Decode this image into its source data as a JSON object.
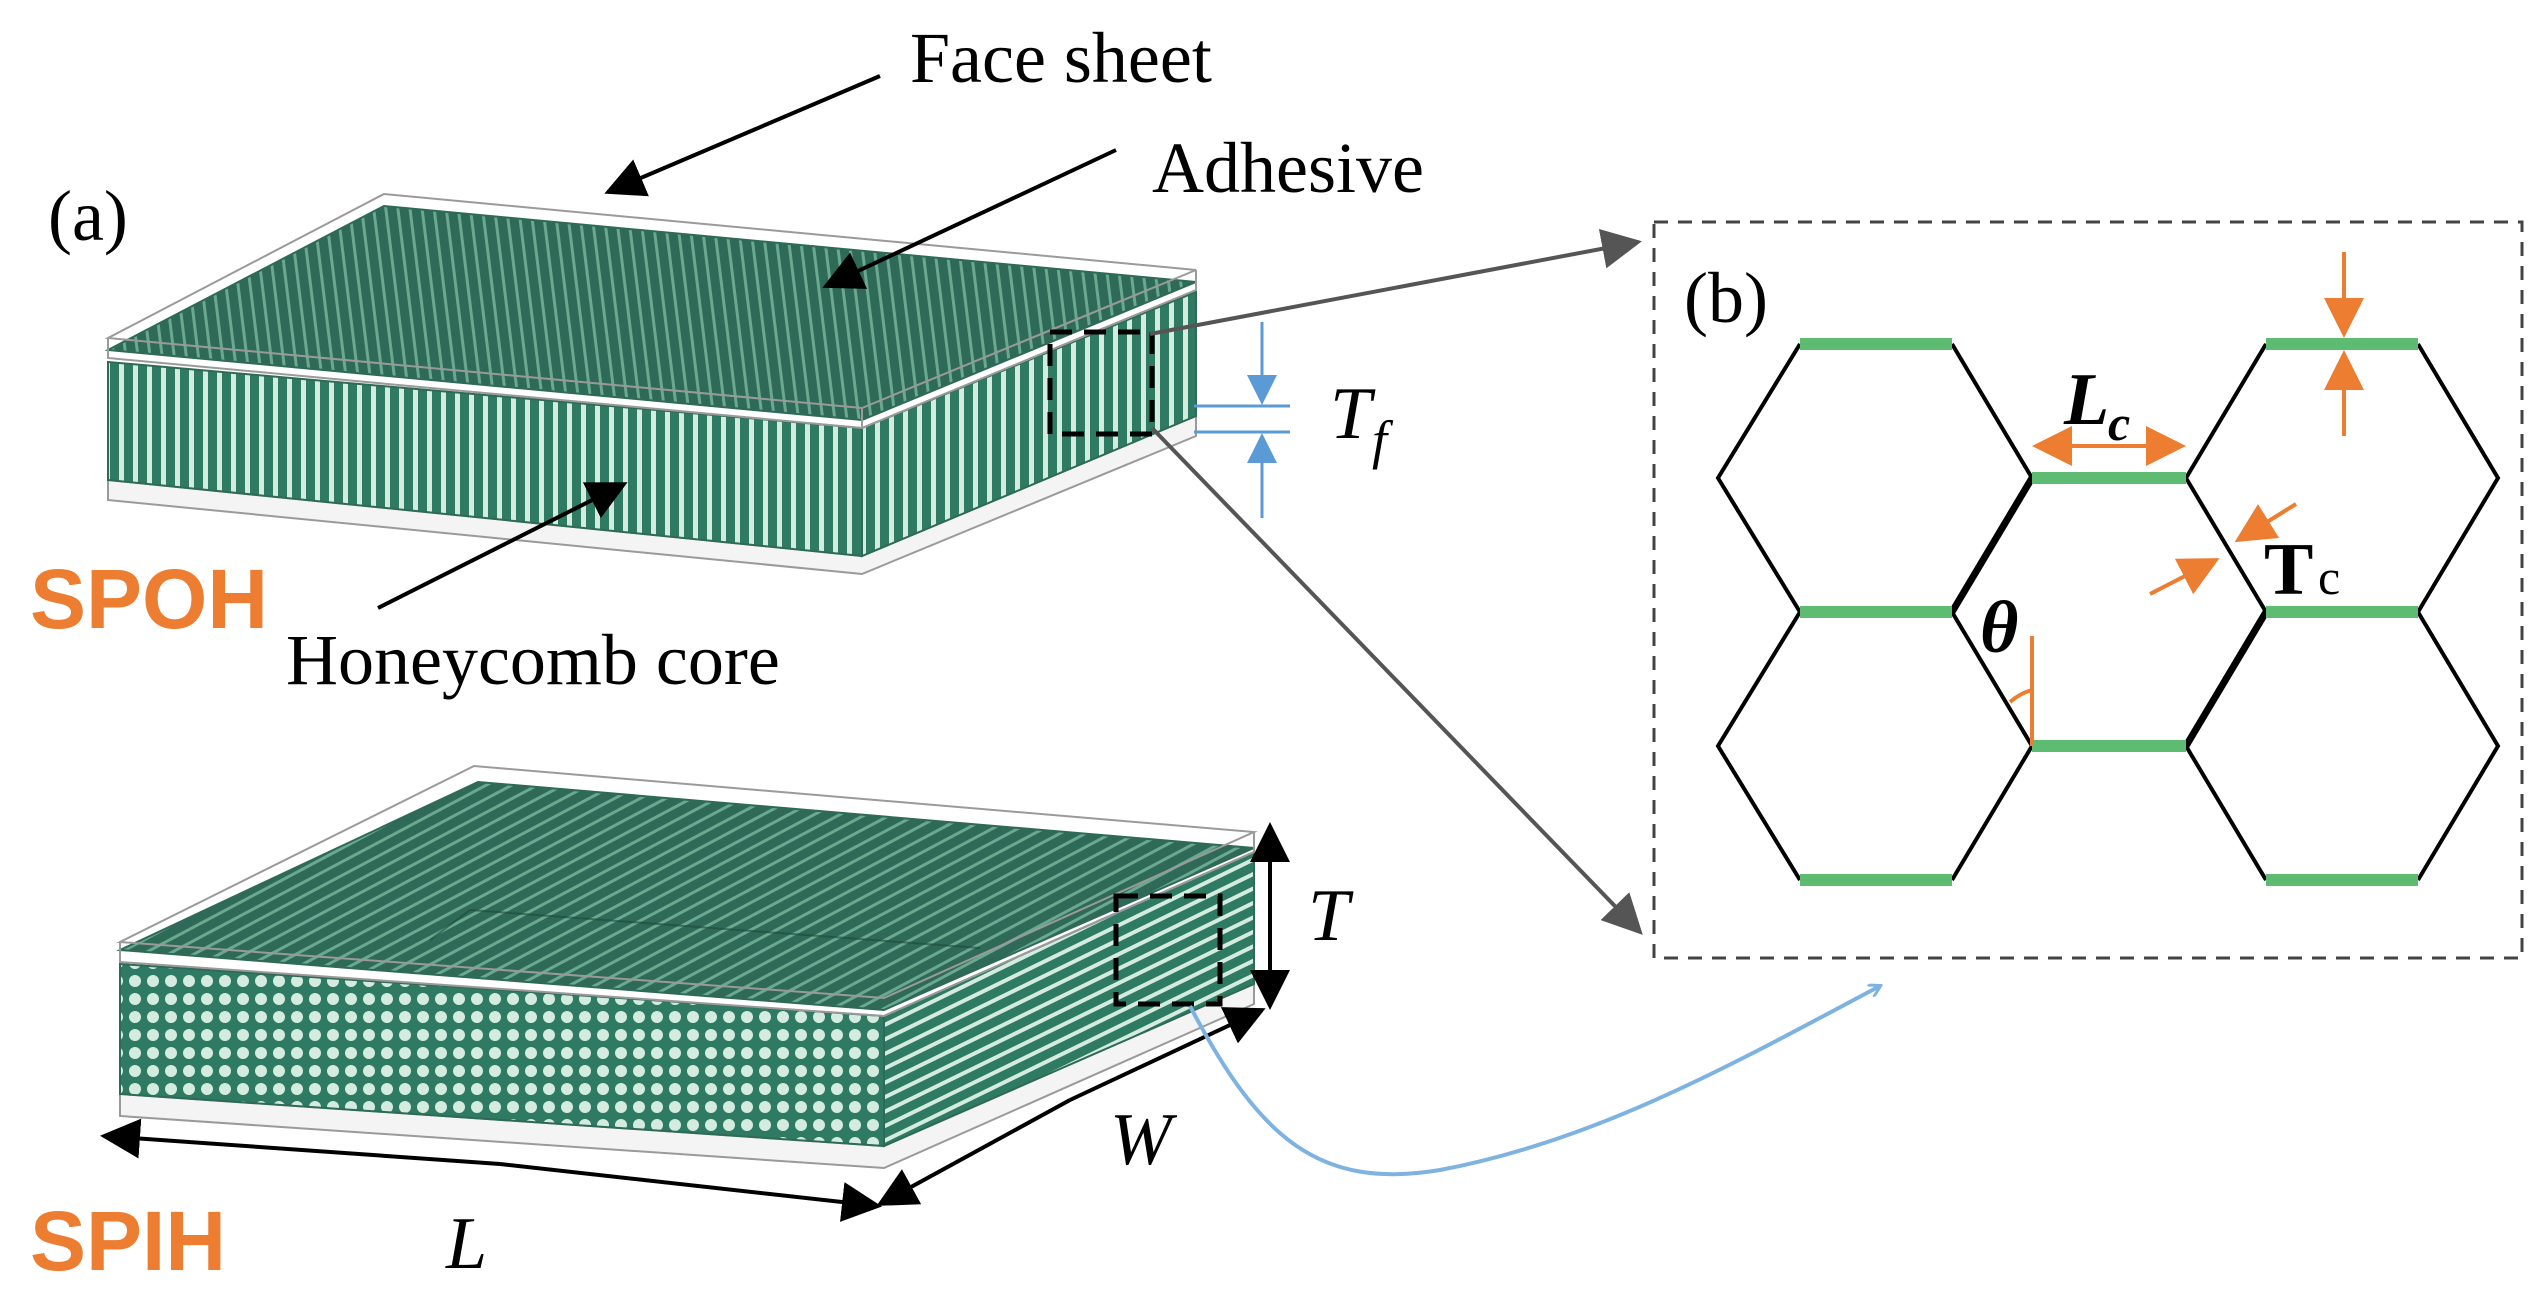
{
  "colors": {
    "core_dark": "#2e6a57",
    "core_light": "#cfe8dc",
    "core_mid": "#3f8a6e",
    "honeycomb_green": "#5dbb72",
    "face_sheet": "#f6f6f6",
    "face_edge": "#9a9a9a",
    "dim_blue": "#5b9bd5",
    "dim_orange": "#ed7d31",
    "arrow_gray": "#555555",
    "brand_orange": "#ed7d31"
  },
  "panel_a": {
    "label": "(a)",
    "callouts": {
      "face_sheet": "Face sheet",
      "adhesive": "Adhesive",
      "honeycomb_core": "Honeycomb core"
    },
    "spoh": {
      "name": "SPOH",
      "dim_face_thickness": "T",
      "dim_face_thickness_sub": "f"
    },
    "spih": {
      "name": "SPIH",
      "dim_thickness": "T",
      "dim_width": "W",
      "dim_length": "L"
    }
  },
  "panel_b": {
    "label": "(b)",
    "dim_cell_length": "L",
    "dim_cell_length_sub": "c",
    "dim_cell_wall": "T",
    "dim_cell_wall_sub": "c",
    "dim_angle": "θ"
  }
}
